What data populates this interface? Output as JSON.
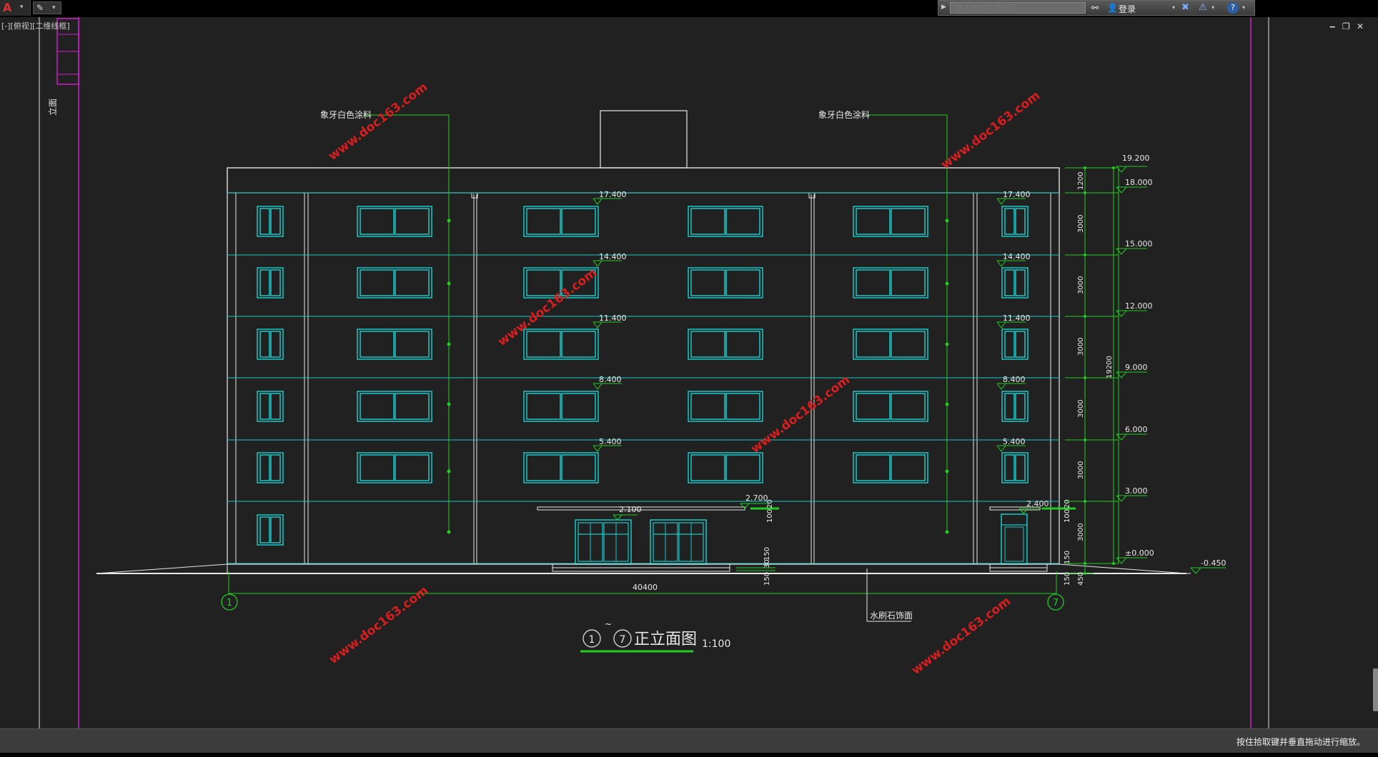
{
  "topbar": {
    "app_logo": "A",
    "menu_arrow": "▾",
    "search_placeholder": "键入关键字或短语",
    "login_label": "登录",
    "help_label": "?"
  },
  "window_controls": {
    "minimize": "‒",
    "restore": "❐",
    "close": "✕"
  },
  "view_label": "[-][俯视][二维线框]",
  "drawing": {
    "material_label_1": "象牙白色涂料",
    "material_label_2": "象牙白色涂料",
    "stone_label": "水刷石饰面",
    "watermark": "www.doc163.com",
    "elevations_right": [
      "19.200",
      "18.000",
      "15.000",
      "12.000",
      "9.000",
      "6.000",
      "3.000",
      "±0.000",
      "-0.450"
    ],
    "window_top_levels": [
      "17.400",
      "14.400",
      "11.400",
      "8.400",
      "5.400"
    ],
    "canopy_levels": [
      "2.700",
      "2.400",
      "2.100"
    ],
    "dim_segments": [
      "1200",
      "3000",
      "3000",
      "3000",
      "3000",
      "3000",
      "3000",
      "150",
      "450"
    ],
    "total_height": "19200",
    "small_dims": [
      "100",
      "20",
      "150",
      "30",
      "150"
    ],
    "total_width": "40400",
    "axis_start": "1",
    "axis_end": "7",
    "title": "正立面图",
    "title_tilde": "~",
    "scale": "1:100",
    "side_text": "立面",
    "colors": {
      "cyan": "#19c8c8",
      "green": "#22cc22",
      "white": "#e8e8e8",
      "magenta": "#c81ec8",
      "red": "#d81e1e"
    }
  },
  "statusbar": {
    "message": "按住拾取键并垂直拖动进行缩放。"
  }
}
